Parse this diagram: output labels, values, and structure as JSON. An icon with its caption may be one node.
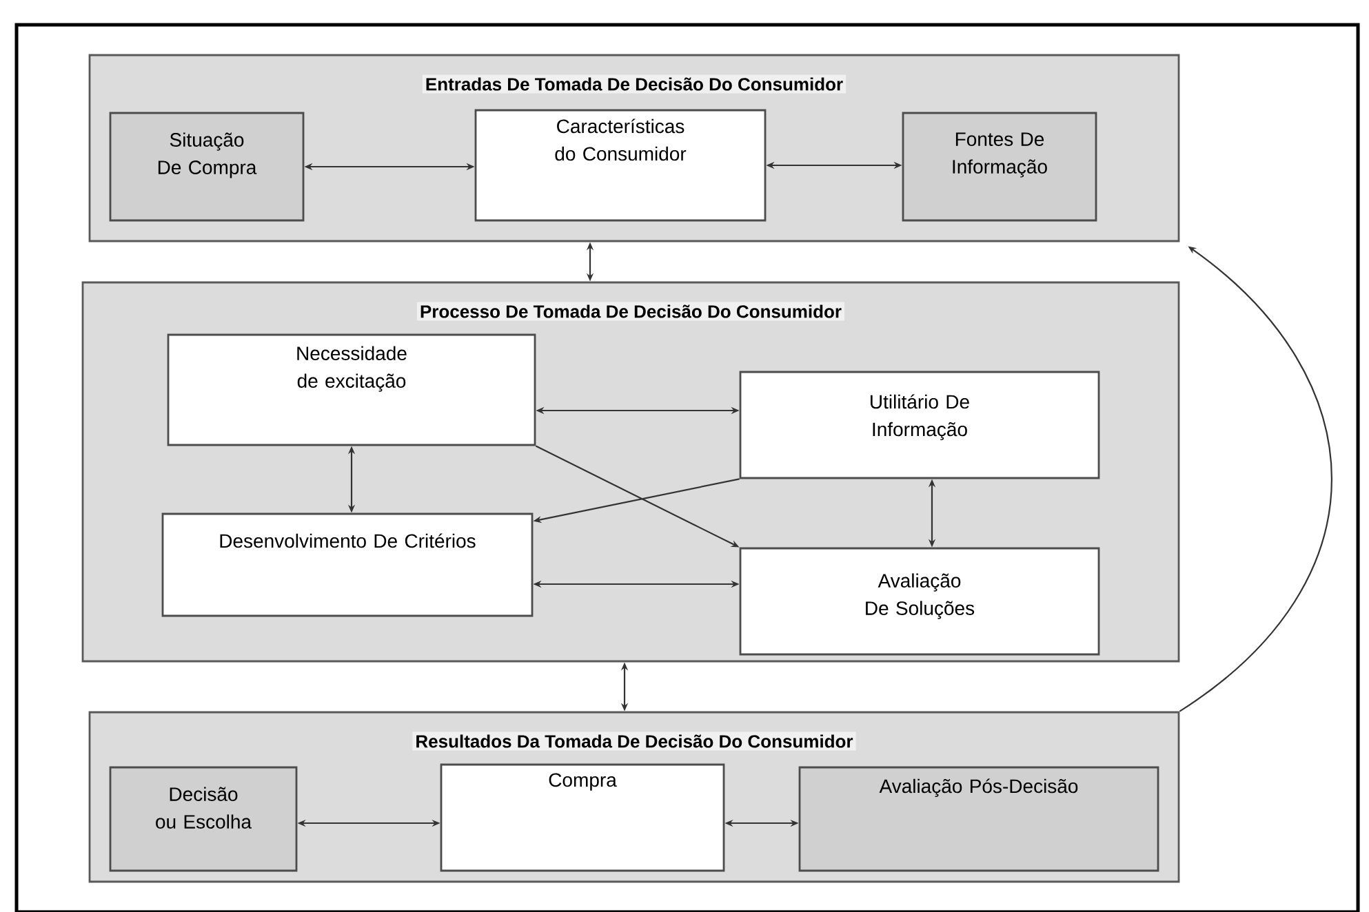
{
  "diagram": {
    "nodes": [
      {
        "text": [
          "Entradas De Tomada De Decisão Do Consumidor"
        ]
      },
      {
        "text": [
          "Situação De Compra"
        ],
        "in": 0
      },
      {
        "text": [
          "Características do Consumidor"
        ],
        "in": 0
      },
      {
        "text": [
          "Fontes De Informação"
        ],
        "in": 0
      },
      {
        "text": [
          "Processo De Tomada De Decisão Do Consumidor"
        ]
      },
      {
        "text": [
          "Necessidade de excitação"
        ],
        "in": 4
      },
      {
        "text": [
          "Utilitário De Informação"
        ],
        "in": 4
      },
      {
        "text": [
          "Desenvolvimento De Critérios"
        ],
        "in": 4
      },
      {
        "text": [
          "Avaliação De Soluções"
        ],
        "in": 4
      },
      {
        "text": [
          "Resultados Da Tomada De Decisão Do Consumidor"
        ]
      },
      {
        "text": [
          "Decisão ou Escolha"
        ],
        "in": 9
      },
      {
        "text": [
          "Compra"
        ],
        "in": 9
      },
      {
        "text": [
          "Avaliação Pós-Decisão"
        ],
        "in": 9
      }
    ],
    "edges": [
      {
        "from": 1,
        "to": 2,
        "arrow": "both"
      },
      {
        "from": 2,
        "to": 3,
        "arrow": "both"
      },
      {
        "from": 0,
        "to": 4,
        "arrow": "both"
      },
      {
        "from": 4,
        "to": 9,
        "arrow": "both"
      },
      {
        "from": 5,
        "to": 6,
        "arrow": "both"
      },
      {
        "from": 5,
        "to": 7,
        "arrow": "both"
      },
      {
        "from": 5,
        "to": 8,
        "arrow": "to"
      },
      {
        "from": 6,
        "to": 7,
        "arrow": "to"
      },
      {
        "from": 7,
        "to": 8,
        "arrow": "both"
      },
      {
        "from": 6,
        "to": 8,
        "arrow": "both"
      },
      {
        "from": 10,
        "to": 11,
        "arrow": "both"
      },
      {
        "from": 11,
        "to": 12,
        "arrow": "both"
      },
      {
        "from": 9,
        "to": 0,
        "arrow": "to"
      }
    ]
  }
}
